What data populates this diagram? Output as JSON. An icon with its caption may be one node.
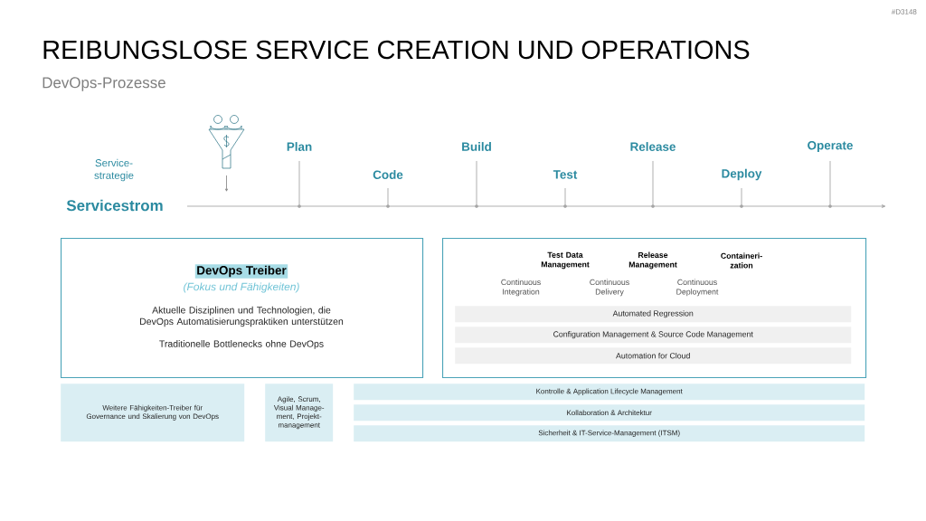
{
  "diagram": {
    "title": "REIBUNGSLOSE SERVICE CREATION UND OPERATIONS",
    "nodes": [
      {
        "text": [
          "DevOps Treiber",
          "(Fokus und Fähigkeiten)",
          "Aktuelle Disziplinen und Technologien, die DevOps Automatisierungspraktiken unterstützen",
          "Traditionelle Bottlenecks ohne DevOps"
        ]
      },
      {
        "text": [
          "Test Data Management",
          "Release Management",
          "Containeri-zation",
          "Continuous Integration",
          "Continuous Delivery",
          "Continuous Deployment"
        ]
      },
      {
        "text": [
          "Automated Regression"
        ],
        "in": 1
      },
      {
        "text": [
          "Configuration Management & Source Code Management"
        ],
        "in": 1
      },
      {
        "text": [
          "Automation for Cloud"
        ],
        "in": 1
      },
      {
        "text": [
          "Weitere Fähigkeiten-Treiber für Governance und Skalierung von DevOps"
        ]
      },
      {
        "text": [
          "Agile, Scrum, Visual Manage-ment, Projekt-management"
        ]
      },
      {
        "text": [
          "Kontrolle & Application Lifecycle Management"
        ]
      },
      {
        "text": [
          "Kollaboration & Architektur"
        ]
      },
      {
        "text": [
          "Sicherheit & IT-Service-Management (ITSM)"
        ]
      }
    ],
    "labels": [
      "#D3148",
      "DevOps-Prozesse",
      "Service-strategie",
      "Servicestrom",
      "Plan",
      "Code",
      "Build",
      "Test",
      "Release",
      "Deploy",
      "Operate"
    ]
  }
}
